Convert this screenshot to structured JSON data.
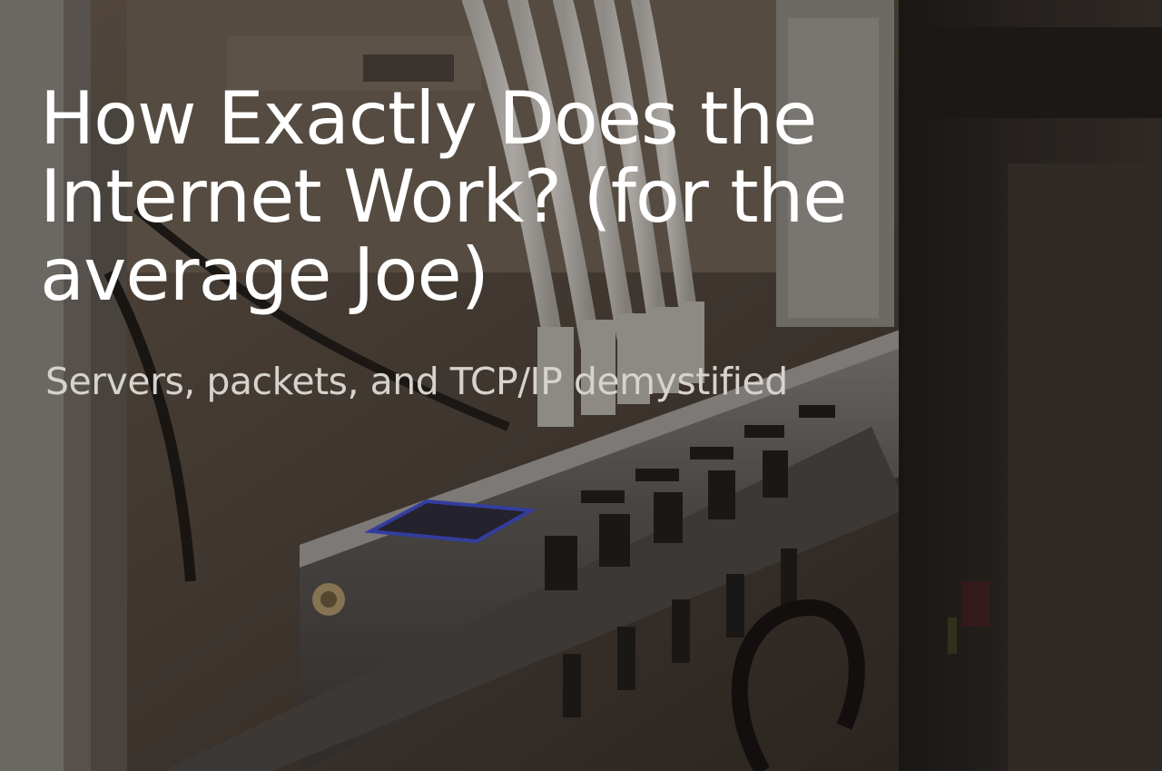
{
  "hero": {
    "title": "How Exactly Does the Internet Work? (for the average Joe)",
    "subtitle": "Servers, packets, and TCP/IP demystified",
    "background_image": "server-rack-with-ethernet-cables-photo",
    "colors": {
      "title_text": "#ffffff",
      "subtitle_text": "#d6d2ce",
      "overlay": "#14100c",
      "power_button_glow": "#3f4fd8"
    }
  }
}
